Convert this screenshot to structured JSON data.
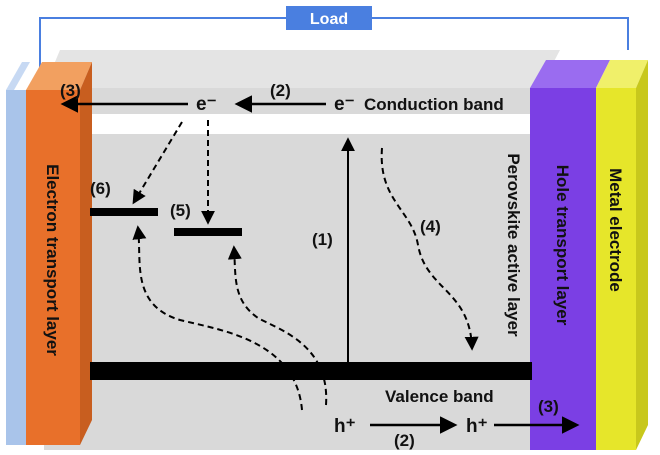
{
  "load": {
    "label": "Load"
  },
  "layers": {
    "electron_transport": "Electron transport layer",
    "perovskite": "Perovskite active layer",
    "hole_transport": "Hole transport layer",
    "metal_electrode": "Metal electrode"
  },
  "bands": {
    "conduction": "Conduction band",
    "valence": "Valence band"
  },
  "carriers": {
    "electron_left": "e⁻",
    "electron_right": "e⁻",
    "hole_left": "h⁺",
    "hole_right": "h⁺"
  },
  "steps": {
    "s3_left": "(3)",
    "s2_top": "(2)",
    "s6": "(6)",
    "s5": "(5)",
    "s1": "(1)",
    "s4": "(4)",
    "s2_bottom": "(2)",
    "s3_right": "(3)"
  },
  "colors": {
    "electron_transport_face": "#e8702a",
    "electron_transport_back": "#a9c4ea",
    "hole_transport_face": "#7b3fe4",
    "metal_electrode_face": "#e6e62a",
    "perovskite_fill": "#d9d9d9",
    "load_box": "#4a7fe0",
    "wire": "#4a7fe0"
  }
}
